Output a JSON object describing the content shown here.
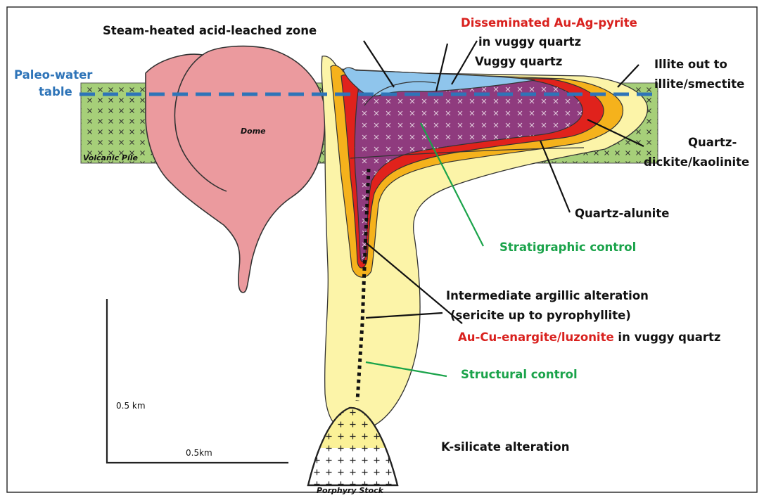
{
  "colors": {
    "volcanic": "#a6cf79",
    "dome": "#eb9a9e",
    "argillic": "#fcf4a8",
    "dickite": "#f5b21c",
    "alunite": "#e0221c",
    "vuggy": "#8f3b7e",
    "steam": "#8fc5ec",
    "stock_top": "#fbf197",
    "stock": "#ffffff",
    "water": "#2e74b8",
    "label": "#111111",
    "red": "#d9211e",
    "green": "#1aa34a",
    "blue": "#2e74b8"
  },
  "labels": {
    "steam_heated": "Steam-heated acid-leached zone",
    "disseminated_1": "Disseminated Au-Ag-pyrite",
    "disseminated_2": "in vuggy quartz",
    "vuggy_quartz": "Vuggy quartz",
    "paleo_1": "Paleo-water",
    "paleo_2": "table",
    "illite_1": "Illite out to",
    "illite_2": "illite/smectite",
    "dome": "Dome",
    "volcanic_pile": "Volcanic Pile",
    "qd_1": "Quartz-",
    "qd_2": "dickite/kaolinite",
    "qa": "Quartz-alunite",
    "strat": "Stratigraphic control",
    "inter_1": "Intermediate argillic alteration",
    "inter_2": "(sericite up to pyrophyllite)",
    "au_cu_red": "Au-Cu-enargite/luzonite",
    "au_cu_rest": " in vuggy quartz",
    "struct": "Structural control",
    "scale_v": "0.5 km",
    "scale_h": "0.5km",
    "k_silicate": "K-silicate alteration",
    "porphyry": "Porphyry Stock"
  }
}
